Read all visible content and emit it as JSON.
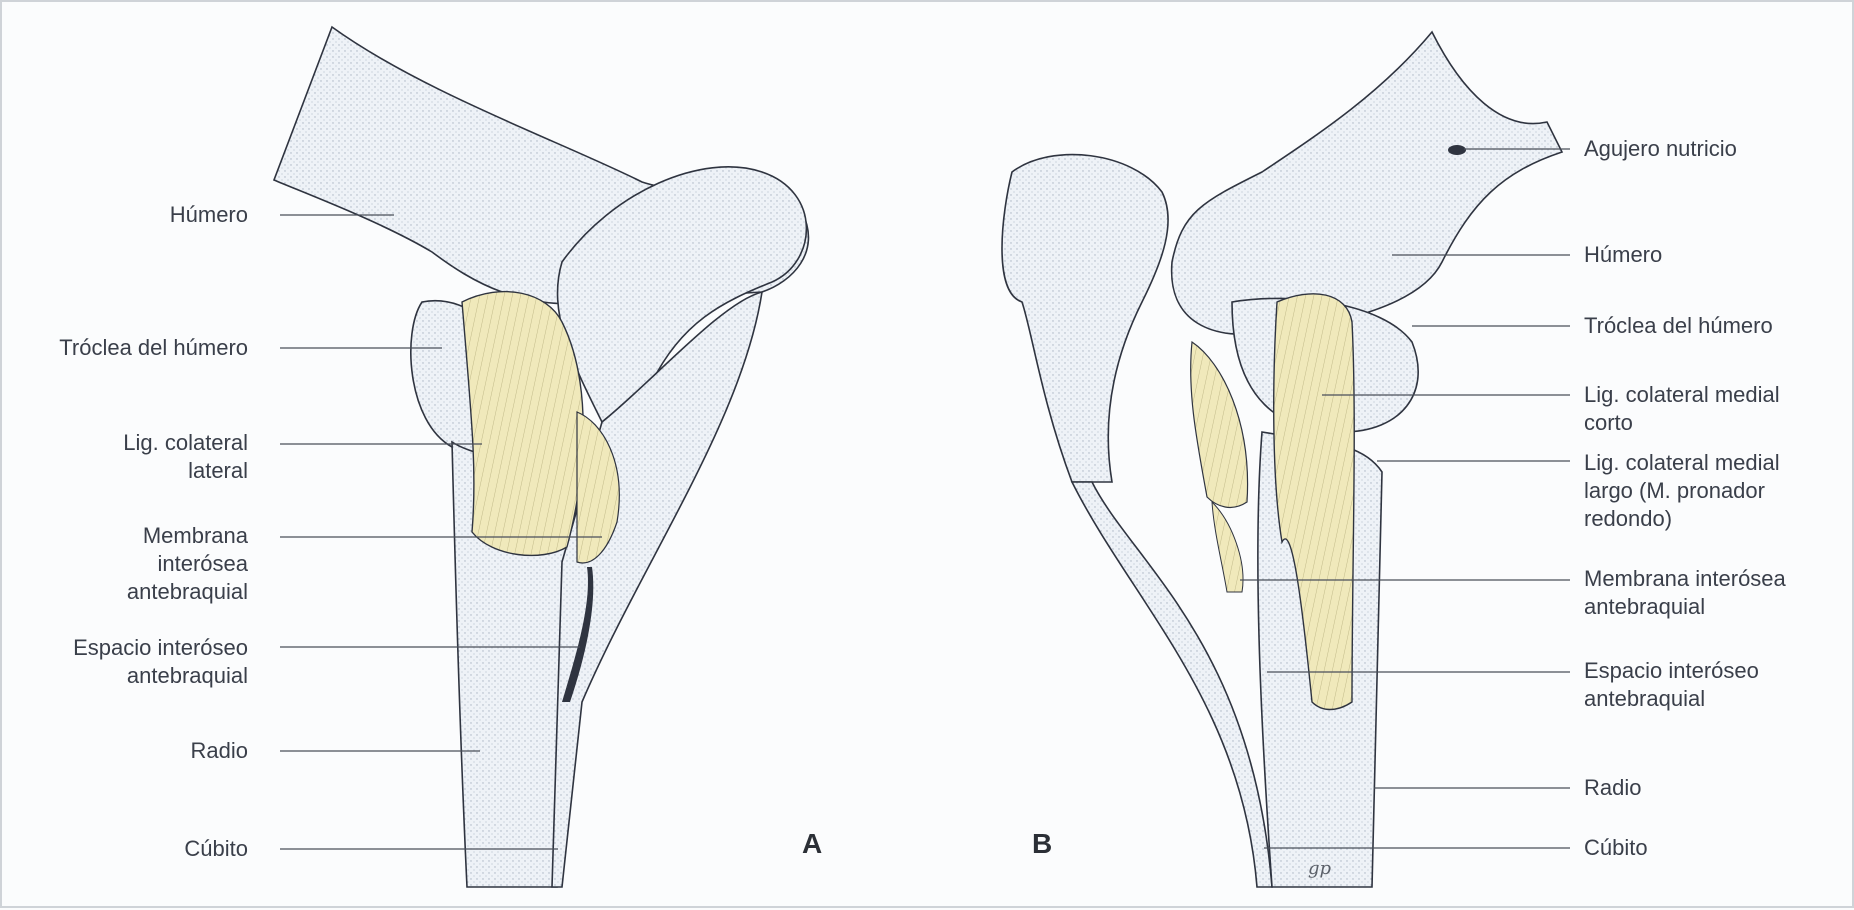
{
  "figure": {
    "panel_a": "A",
    "panel_b": "B",
    "signature": "gp"
  },
  "labels_left": [
    "Húmero",
    "Tróclea del húmero",
    "Lig. colateral\nlateral",
    "Membrana\ninterósea\nantebraquial",
    "Espacio interóseo\nantebraquial",
    "Radio",
    "Cúbito"
  ],
  "labels_right": [
    "Agujero nutricio",
    "Húmero",
    "Tróclea del húmero",
    "Lig. colateral medial\ncorto",
    "Lig. colateral medial\nlargo (M. pronador\nredondo)",
    "Membrana interósea\nantebraquial",
    "Espacio interóseo\nantebraquial",
    "Radio",
    "Cúbito"
  ],
  "colors": {
    "bone": "#e9eef5",
    "bone_outline": "#2f3440",
    "ligament": "#efe8b8",
    "leader_line": "#4a4f5a"
  }
}
